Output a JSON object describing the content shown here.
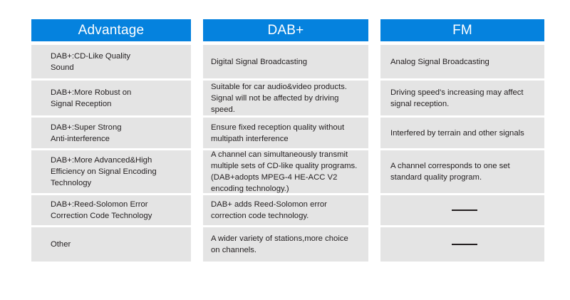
{
  "table": {
    "columns": [
      {
        "key": "advantage",
        "header": "Advantage",
        "header_color": "#0582de",
        "cells": [
          "DAB+:CD-Like Quality\nSound",
          "DAB+:More Robust on\nSignal Reception",
          "DAB+:Super Strong\nAnti-interference",
          "DAB+:More Advanced&High\nEfficiency on Signal Encoding\nTechnology",
          "DAB+:Reed-Solomon Error\nCorrection Code Technology",
          "Other"
        ]
      },
      {
        "key": "dab_plus",
        "header": "DAB+",
        "header_color": "#0582de",
        "cells": [
          "Digital Signal Broadcasting",
          "Suitable for car audio&video products.\nSignal will not be affected by driving\nspeed.",
          "Ensure fixed reception quality without\nmultipath interference",
          "A channel can simultaneously transmit\nmultiple sets of CD-like quality programs.\n(DAB+adopts MPEG-4 HE-ACC V2\nencoding technology.)",
          "DAB+ adds Reed-Solomon error\ncorrection code technology.",
          "A wider variety of stations,more choice\non channels."
        ]
      },
      {
        "key": "fm",
        "header": "FM",
        "header_color": "#0582de",
        "cells": [
          "Analog Signal Broadcasting",
          "Driving speed's increasing may affect\nsignal reception.",
          "Interfered by terrain and other signals",
          "A channel corresponds to one set\nstandard quality program.",
          "——",
          "——"
        ]
      }
    ],
    "cell_background": "#e4e4e4",
    "text_color": "#231f20",
    "page_background": "#ffffff"
  }
}
